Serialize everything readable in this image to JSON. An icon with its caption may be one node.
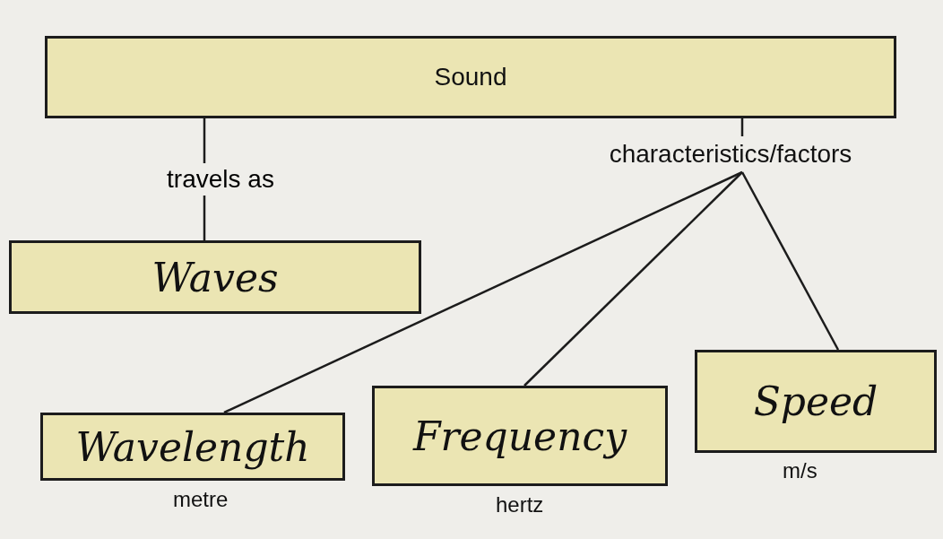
{
  "diagram": {
    "nodes": [
      {
        "text": [
          "Sound"
        ]
      },
      {
        "text": [
          "Waves"
        ]
      },
      {
        "text": [
          "characteristics/factors"
        ]
      },
      {
        "text": [
          "Wavelength"
        ],
        "beside": [
          "metre"
        ]
      },
      {
        "text": [
          "Frequency"
        ],
        "beside": [
          "hertz"
        ]
      },
      {
        "text": [
          "Speed"
        ],
        "beside": [
          "m/s"
        ]
      }
    ],
    "edges": [
      {
        "from": 0,
        "to": 1,
        "arrow": "none",
        "label": "travels as"
      },
      {
        "from": 0,
        "to": 2,
        "arrow": "none"
      },
      {
        "from": 2,
        "to": 3,
        "arrow": "none"
      },
      {
        "from": 2,
        "to": 4,
        "arrow": "none"
      },
      {
        "from": 2,
        "to": 5,
        "arrow": "none"
      }
    ]
  }
}
